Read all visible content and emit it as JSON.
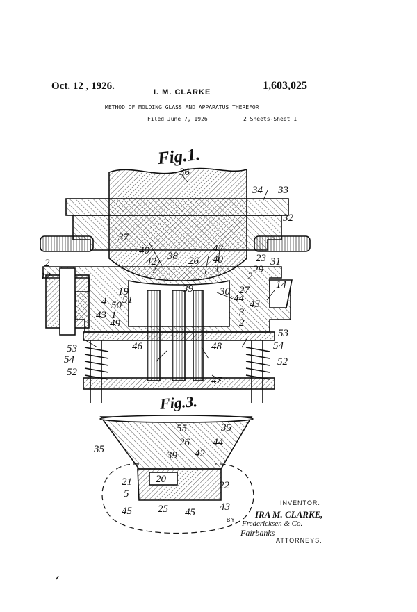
{
  "header": {
    "date": "Oct. 12 , 1926.",
    "inventor": "I. M. CLARKE",
    "patent_number": "1,603,025",
    "title": "METHOD OF MOLDING GLASS AND APPARATUS THEREFOR",
    "filed": "Filed June 7, 1926",
    "sheets": "2 Sheets-Sheet 1"
  },
  "figures": {
    "fig1": "Fig.1.",
    "fig3": "Fig.3."
  },
  "signature_block": {
    "inventor_label": "INVENTOR:",
    "inventor_signature": "IRA M. CLARKE,",
    "by_label": "BY",
    "attorney_signature_1": "Fredericksen & Co.",
    "attorney_signature_2": "Fairbanks",
    "attorneys_label": "ATTORNEYS."
  },
  "reference_numerals": {
    "n36": "36",
    "n34": "34",
    "n33": "33",
    "n32": "32",
    "n37": "37",
    "n40a": "40",
    "n42a": "42",
    "n38": "38",
    "n26a": "26",
    "n42b": "42",
    "n40b": "40",
    "n23": "23",
    "n31": "31",
    "n2a": "2",
    "n29": "29",
    "n12": "12",
    "n2b": "2",
    "n14": "14",
    "n19": "19",
    "n51": "51",
    "n39a": "39",
    "n30": "30",
    "n27": "27",
    "n44a": "44",
    "n4": "4",
    "n50": "50",
    "n43a": "43",
    "n43b": "43",
    "n1": "1",
    "n3": "3",
    "n49": "49",
    "n2c": "2",
    "n53a": "53",
    "n53b": "53",
    "n46": "46",
    "n48": "48",
    "n54a": "54",
    "n54b": "54",
    "n52a": "52",
    "n52b": "52",
    "n47": "47",
    "n55": "55",
    "n35a": "35",
    "n35b": "35",
    "n26b": "26",
    "n44b": "44",
    "n39b": "39",
    "n42c": "42",
    "n21": "21",
    "n20": "20",
    "n22": "22",
    "n5": "5",
    "n45a": "45",
    "n25": "25",
    "n45b": "45",
    "n43c": "43"
  }
}
